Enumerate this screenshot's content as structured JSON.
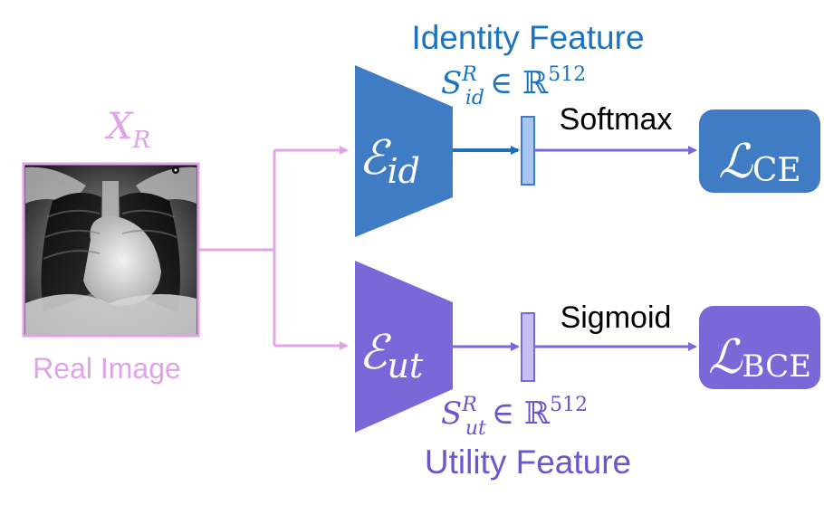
{
  "input": {
    "symbol_main": "X",
    "symbol_sub": "R",
    "caption": "Real Image"
  },
  "identity_branch": {
    "title": "Identity Feature",
    "encoder_main": "ℰ",
    "encoder_sub": "id",
    "feature_main": "S",
    "feature_sub": "id",
    "feature_sup": "R",
    "feature_space": "∈ ℝ",
    "feature_dim": "512",
    "activation": "Softmax",
    "loss_main": "ℒ",
    "loss_sub": "CE"
  },
  "utility_branch": {
    "title": "Utility Feature",
    "encoder_main": "ℰ",
    "encoder_sub": "ut",
    "feature_main": "S",
    "feature_sub": "ut",
    "feature_sup": "R",
    "feature_space": "∈ ℝ",
    "feature_dim": "512",
    "activation": "Sigmoid",
    "loss_main": "ℒ",
    "loss_sub": "BCE"
  },
  "colors": {
    "identity": "#3f7cc3",
    "identity_text": "#1a73c0",
    "utility": "#7a68d8",
    "utility_text": "#6a55d0",
    "input": "#dfa3e6",
    "input_text": "#e0a2e8",
    "feature_box_identity": "#a9c6ee",
    "feature_box_utility": "#c7bff2"
  }
}
